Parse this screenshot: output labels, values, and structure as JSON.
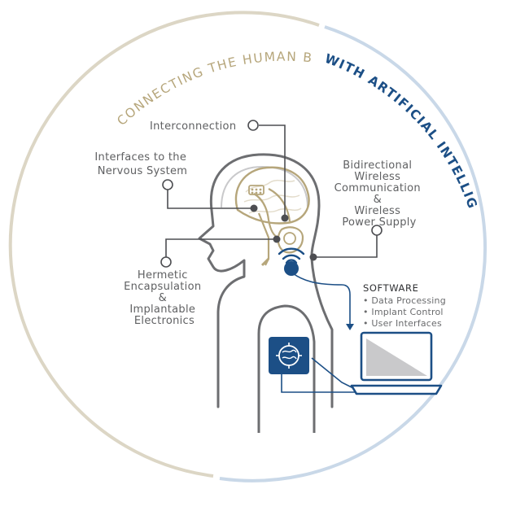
{
  "ring": {
    "left_text": "CONNECTING THE HUMAN BODY",
    "right_text": "WITH ARTIFICIAL INTELLIGENCE"
  },
  "labels": {
    "interconnection": "Interconnection",
    "interfaces": [
      "Interfaces to the",
      "Nervous System"
    ],
    "bidirectional": [
      "Bidirectional",
      "Wireless",
      "Communication",
      "&",
      "Wireless",
      "Power Supply"
    ],
    "hermetic": [
      "Hermetic",
      "Encapsulation",
      "&",
      "Implantable",
      "Electronics"
    ]
  },
  "software": {
    "title": "SOFTWARE",
    "items": [
      "• Data Processing",
      "• Implant Control",
      "• User Interfaces"
    ]
  },
  "colors": {
    "gold": "#b6a67b",
    "blue": "#1c4f86",
    "light_blue": "#c7d6e6",
    "ring_beige": "#d9d3c1",
    "gray": "#6d6e71",
    "dark": "#4d4e52"
  },
  "icons": [
    "brain-chip-icon",
    "wireless-signal-icon",
    "laptop-icon"
  ]
}
